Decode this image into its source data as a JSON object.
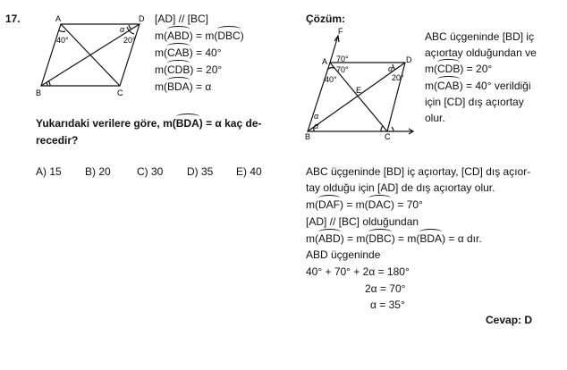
{
  "problem": {
    "number": "17.",
    "givens": {
      "g1": "[AD] // [BC]",
      "g2_pre": "m(",
      "g2_a": "ABD",
      "g2_mid": ") = m(",
      "g2_b": "DBC",
      "g2_end": ")",
      "g3_pre": "m(",
      "g3_a": "CAB",
      "g3_end": ") = 40°",
      "g4_pre": "m(",
      "g4_a": "CDB",
      "g4_end": ") = 20°",
      "g5_pre": "m(",
      "g5_a": "BDA",
      "g5_end": ") = α"
    },
    "question_l1_pre": "Yukarıdaki verilere göre, m(",
    "question_l1_arc": "BDA",
    "question_l1_post": ") = α kaç de-",
    "question_l2": "recedir?",
    "options": [
      {
        "label": "A) 15"
      },
      {
        "label": "B) 20"
      },
      {
        "label": "C) 30"
      },
      {
        "label": "D) 35"
      },
      {
        "label": "E) 40"
      }
    ],
    "figure": {
      "A": "A",
      "B": "B",
      "C": "C",
      "D": "D",
      "angle_A": "40°",
      "angle_D": "20°",
      "angle_alpha": "α"
    }
  },
  "solution": {
    "heading": "Çözüm:",
    "right_text": {
      "l1": "ABC üçgeninde [BD] iç",
      "l2": "açıortay olduğundan ve",
      "l3_pre": "m(",
      "l3_a": "CDB",
      "l3_end": ") = 20°",
      "l4_pre": "m(",
      "l4_a": "CAB",
      "l4_end": ") = 40° verildiği",
      "l5": "için [CD] dış açıortay",
      "l6": "olur."
    },
    "lines": {
      "l1": "ABC üçgeninde [BD] iç açıortay, [CD] dış açıor-",
      "l2": "tay olduğu için [AD] de dış açıortay olur.",
      "l3_pre": "m(",
      "l3_a": "DAF",
      "l3_mid": ") = m(",
      "l3_b": "DAC",
      "l3_end": ") = 70°",
      "l4": "[AD] // [BC] olduğundan",
      "l5_pre": "m(",
      "l5_a": "ABD",
      "l5_mid1": ") = m(",
      "l5_b": "DBC",
      "l5_mid2": ") = m(",
      "l5_c": "BDA",
      "l5_end": ") = α dır.",
      "l6": "ABD üçgeninde",
      "l7": "40° + 70° + 2α = 180°",
      "l8": "2α = 70°",
      "l9": "α = 35°"
    },
    "answer": "Cevap: D",
    "figure": {
      "A": "A",
      "B": "B",
      "C": "C",
      "D": "D",
      "E": "E",
      "F": "F",
      "a70a": "70°",
      "a70b": "70°",
      "a40": "40°",
      "a20": "20°",
      "alpha1": "α",
      "alpha2": "α",
      "alpha3": "α"
    }
  }
}
